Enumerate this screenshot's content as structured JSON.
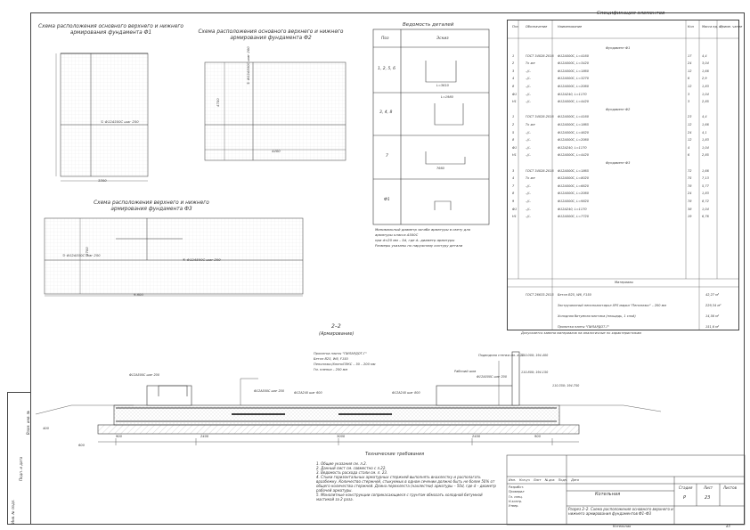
{
  "schemes": {
    "f1_title": "Схема расположения основного верхнего и нижнего армирования фундамента Ф1",
    "f2_title": "Схема расположения основного верхнего и нижнего армирования фундамента Ф2",
    "f3_title": "Схема расположения верхнего и нижнего армирования фундамента Ф3",
    "f1_label": "① Ф12А500С шаг 200",
    "f2_label": "② Ф12А500С шаг 200",
    "f3_label_a": "④ Ф12А500С шаг 200",
    "f3_label_b": "③ Ф12А500С шаг 200",
    "dim_3300": "3300",
    "dim_4400": "4400",
    "dim_9800": "9.800",
    "dim_4700": "4700",
    "dim_3700": "3700"
  },
  "details": {
    "title": "Ведомость деталей",
    "col_pos": "Поз",
    "col_sketch": "Эскиз",
    "rows": [
      {
        "pos": "1, 2, 5, 6",
        "note": "L=3610"
      },
      {
        "pos": "3, 4, 8",
        "note": "L=1980"
      },
      {
        "pos": "7",
        "note": "7660"
      },
      {
        "pos": "Ф1",
        "note": ""
      }
    ],
    "footnote_1": "Минимальный диаметр загиба арматуры в свету для",
    "footnote_2": "арматуры класса А500С",
    "footnote_3": "при d<20 мм – 5d, где d– диаметр арматуры",
    "footnote_4": "Размеры указаны по наружному контуру детали"
  },
  "spec": {
    "title": "Спецификация элементов",
    "headers": [
      "Поз",
      "Обозначение",
      "Наименование",
      "Кол",
      "Масса ед. кг",
      "Приме- чание"
    ],
    "groups": [
      {
        "name": "Фундамент Ф1",
        "rows": [
          [
            "1",
            "ГОСТ 34028-2016",
            "Ф12А500С, L=4160",
            "17",
            "4,4",
            ""
          ],
          [
            "2",
            "То же",
            "Ф12А500С, L=3420",
            "24",
            "3,04",
            ""
          ],
          [
            "3",
            "–//–",
            "Ф12А500С, L=1860",
            "12",
            "1,66",
            ""
          ],
          [
            "4",
            "–//–",
            "Ф12А500С, L=3270",
            "6",
            "2,9",
            ""
          ],
          [
            "8",
            "–//–",
            "Ф12А500С, L=2060",
            "12",
            "1,83",
            ""
          ],
          [
            "Ф1",
            "–//–",
            "Ф12А240, L=1170",
            "3",
            "1,04",
            ""
          ],
          [
            "Н1",
            "–//–",
            "Ф12А500С, L=4420",
            "3",
            "2,85",
            ""
          ]
        ]
      },
      {
        "name": "Фундамент Ф2",
        "rows": [
          [
            "1",
            "ГОСТ 34028-2016",
            "Ф12А500С, L=4160",
            "23",
            "4,4",
            ""
          ],
          [
            "2",
            "То же",
            "Ф12А500С, L=1865",
            "12",
            "1,66",
            ""
          ],
          [
            "5",
            "–//–",
            "Ф12А500С, L=4620",
            "24",
            "4,1",
            ""
          ],
          [
            "8",
            "–//–",
            "Ф12А500С, L=2060",
            "12",
            "1,83",
            ""
          ],
          [
            "Ф1",
            "–//–",
            "Ф12А240, L=1170",
            "4",
            "1,04",
            ""
          ],
          [
            "Н1",
            "–//–",
            "Ф12А500С, L=4420",
            "6",
            "2,85",
            ""
          ]
        ]
      },
      {
        "name": "Фундамент Ф3",
        "rows": [
          [
            "3",
            "ГОСТ 34028-2016",
            "Ф12А500С, L=1865",
            "72",
            "1,66",
            ""
          ],
          [
            "4",
            "То же",
            "Ф12А500С, L=8020",
            "75",
            "7,13",
            ""
          ],
          [
            "7",
            "–//–",
            "Ф12А500С, L=6620",
            "78",
            "5,77",
            ""
          ],
          [
            "8",
            "–//–",
            "Ф12А500С, L=2060",
            "24",
            "1,83",
            ""
          ],
          [
            "9",
            "–//–",
            "Ф12А500С, L=9820",
            "78",
            "8,72",
            ""
          ],
          [
            "Ф1",
            "–//–",
            "Ф12А240, L=1170",
            "38",
            "1,04",
            ""
          ],
          [
            "Н1",
            "–//–",
            "Ф12А500С, L=7720",
            "19",
            "6,76",
            ""
          ]
        ]
      }
    ],
    "materials_title": "Материалы",
    "materials": [
      [
        "ГОСТ 26633-2015",
        "Бетон В25, W6, F150",
        "42,27 м³"
      ],
      [
        "",
        "Экструзионный пенополистирол XPS марки \"Пеноплэкс\" – 200 мм",
        "229,34 м²"
      ],
      [
        "",
        "Холодная битумная мастика (площадь, 1 слой)",
        "14,56 м²"
      ],
      [
        "",
        "Пропитка плиты \"ПИЛАРДОТ-Г\"",
        "151,6 м²"
      ]
    ],
    "footnote": "Допускается замена материалов на аналогичные по характеристикам"
  },
  "section": {
    "title": "2–2",
    "subtitle": "(Армирование)",
    "callout_1": "Пропитка плиты \"ПИЛАРДОТ-Г\"",
    "callout_2": "Бетон В25, W6, F150",
    "callout_3": "Пеноплэкс/ХпеноПЭКС – 30 – 200 мм",
    "callout_4": "Гм. пленка – 200 мм",
    "callout_5": "Подводная стенка см. л.21",
    "callout_6": "Рабочий шов",
    "marks": [
      "Ф12А500С шаг 200",
      "Ф12А500С шаг 200",
      "Ф12А240 шаг 600",
      "Ф12А240 шаг 800",
      "Ф12А500С шаг 200"
    ],
    "elev_1": "110.000; 194.400",
    "elev_2": "110.350; 194.750",
    "elev_3": "110.800; 194.150",
    "dim_a": "600",
    "dim_b": "900",
    "dim_c": "2400",
    "dim_d": "3000",
    "dim_e": "2400",
    "dim_f": "900",
    "dim_g": "400"
  },
  "requirements": {
    "title": "Технические требования",
    "items": [
      "1. Общие указания см. л.2.",
      "2. Данный лист см. совместно с л.22.",
      "3. Ведомость расхода стали см. л. 23.",
      "4. Стыки горизонтальных арматурных стержней выполнять внахлестку и располагать вразбежку. Количество стержней, стыкуемых в одном сечении должно быть не более 50% от общего количества стержней. Длина перехлеста (нахлестки) арматуры – 50d, где d – диаметр рабочей арматуры.",
      "5. Монолитные конструкции соприкасающиеся с грунтом обмазать холодной битумной мастикой за 2 раза."
    ]
  },
  "stamp": {
    "building": "Котельная",
    "sheet_title": "Разрез 2–2. Схема расположения основного верхнего и нижнего армирования фундаментов Ф1–Ф3",
    "stage_label": "Стадия",
    "sheet_label": "Лист",
    "sheets_label": "Листов",
    "stage": "Р",
    "sheet": "23",
    "roles": [
      "Изм.",
      "Кол.уч",
      "Лист",
      "№ док",
      "Подп.",
      "Дата"
    ],
    "people": [
      "Разработ.",
      "Проверил",
      "Гл. спец.",
      "Н.контр.",
      "Утвер."
    ],
    "format": "А3",
    "project": "Котельная"
  },
  "side": {
    "inv_no": "Инв. № подл.",
    "sign_date": "Подп. и дата",
    "vzam": "Взам. инв. №"
  }
}
